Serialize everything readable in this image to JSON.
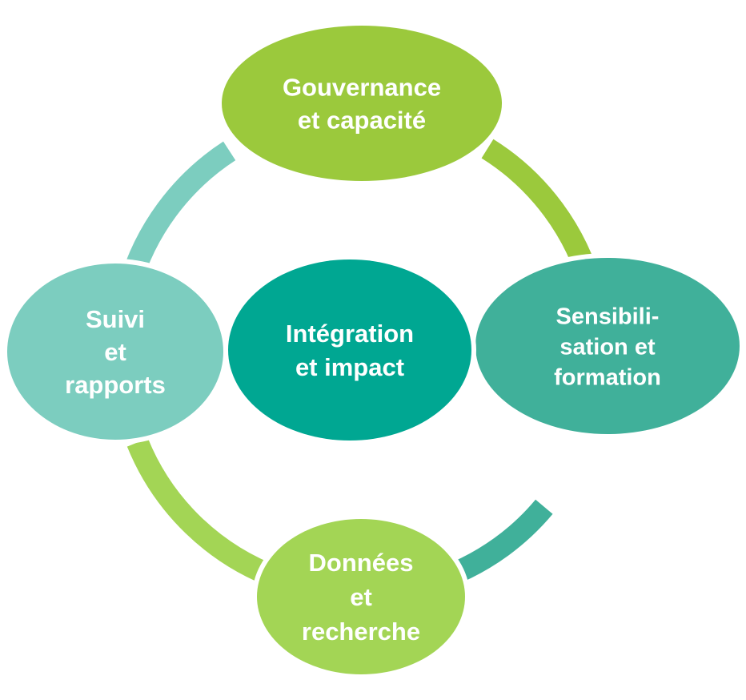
{
  "title": "Cycle diagram",
  "center": {
    "id": "integration",
    "lines": [
      "Intégration",
      "et impact"
    ],
    "color": "#00a792"
  },
  "nodes": [
    {
      "id": "gouvernance",
      "position": "top",
      "lines": [
        "Gouvernance",
        "et capacité"
      ],
      "color": "#9bc93c"
    },
    {
      "id": "sensibilisation",
      "position": "right",
      "lines": [
        "Sensibili-",
        "sation et",
        "formation"
      ],
      "color": "#40b09a"
    },
    {
      "id": "donnees",
      "position": "bottom",
      "lines": [
        "Données",
        "et",
        "recherche"
      ],
      "color": "#a3d555"
    },
    {
      "id": "suivi",
      "position": "left",
      "lines": [
        "Suivi",
        "et",
        "rapports"
      ],
      "color": "#7ccdbf"
    }
  ],
  "connectors": [
    {
      "from": "gouvernance",
      "to": "sensibilisation",
      "color": "#9bc93c"
    },
    {
      "from": "sensibilisation",
      "to": "donnees",
      "color": "#40b09a"
    },
    {
      "from": "donnees",
      "to": "suivi",
      "color": "#a3d555"
    },
    {
      "from": "suivi",
      "to": "gouvernance",
      "color": "#7ccdbf"
    }
  ]
}
